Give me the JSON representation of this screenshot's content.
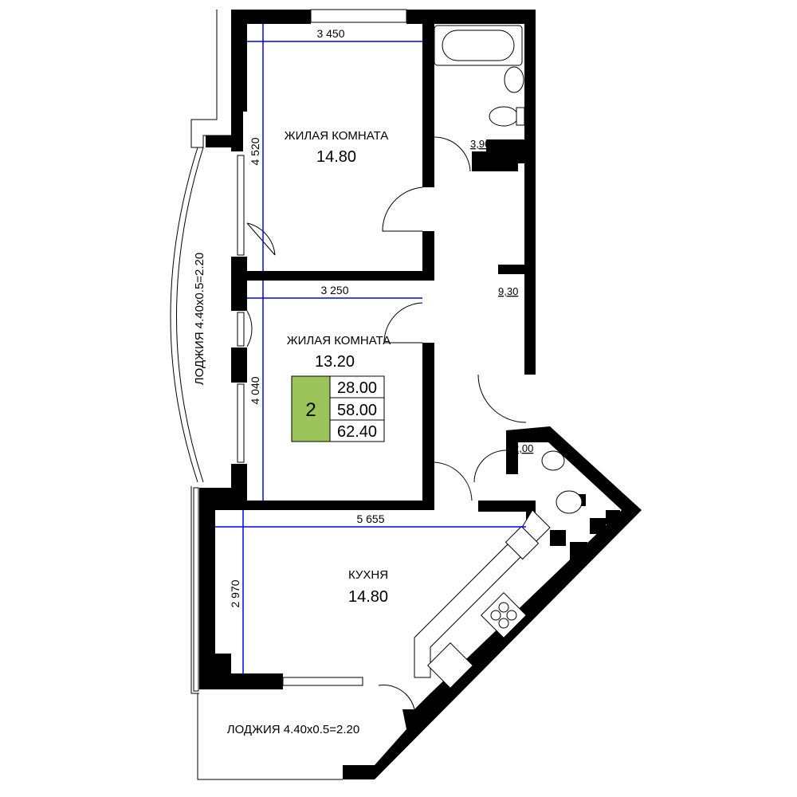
{
  "rooms": {
    "living1": {
      "name": "ЖИЛАЯ КОМНАТА",
      "area": "14.80"
    },
    "living2": {
      "name": "ЖИЛАЯ КОМНАТА",
      "area": "13.20"
    },
    "kitchen": {
      "name": "КУХНЯ",
      "area": "14.80"
    },
    "bath": "3,90",
    "hall": "9,30",
    "wc": "2,00",
    "loggia_left": "ЛОДЖИЯ 4.40x0.5=2.20",
    "loggia_bottom": "ЛОДЖИЯ 4.40x0.5=2.20"
  },
  "dimensions": {
    "d1": "3 450",
    "d2": "4 520",
    "d3": "3 250",
    "d4": "4 040",
    "d5": "5 655",
    "d6": "2 970"
  },
  "summary": {
    "rooms_count": "2",
    "living_area": "28.00",
    "total_area": "58.00",
    "total_with_loggia": "62.40",
    "badge_color": "#9bc45a"
  }
}
